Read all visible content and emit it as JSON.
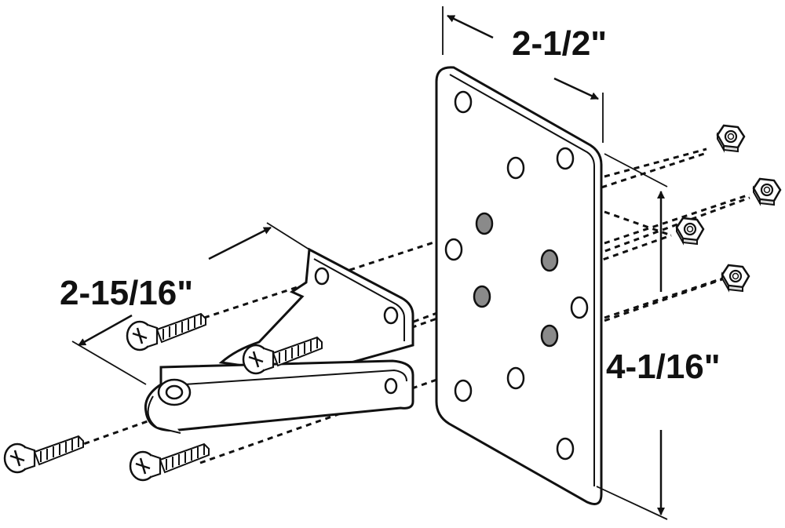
{
  "dimensions": {
    "plate_width": "2-1/2\"",
    "plate_height": "4-1/16\"",
    "bracket_length": "2-15/16\""
  },
  "parts": {
    "screws": 4,
    "nuts": 4
  }
}
